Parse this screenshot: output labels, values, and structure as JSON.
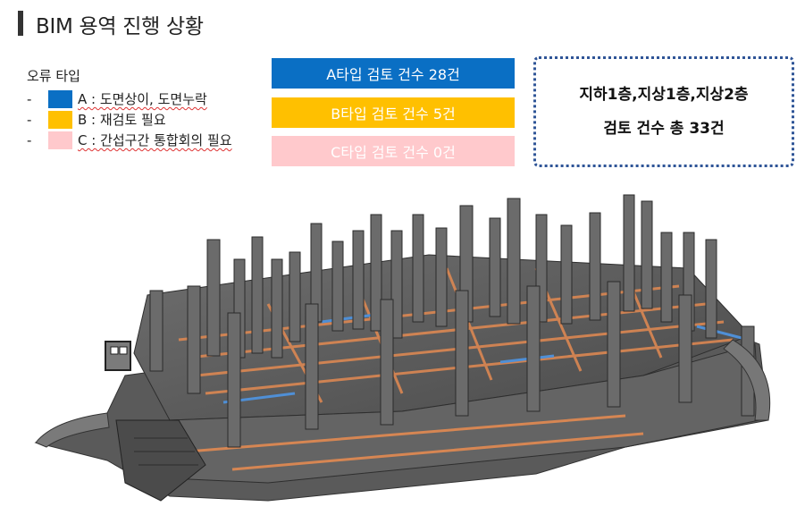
{
  "title": "BIM 용역 진행 상황",
  "legend": {
    "heading": "오류 타입",
    "items": [
      {
        "dash": "-",
        "color": "#0a6fc4",
        "text": "A : 도면상이, 도면누락"
      },
      {
        "dash": "-",
        "color": "#ffc000",
        "text": "B : 재검토 필요"
      },
      {
        "dash": "-",
        "color": "#ffc9cc",
        "text": "C : 간섭구간 통합회의 필요"
      }
    ]
  },
  "bars": {
    "a": "A타입 검토 건수 28건",
    "b": "B타입 검토 건수 5건",
    "c": "C타입 검토 건수 0건"
  },
  "summary": {
    "line1": "지하1층,지상1층,지상2층",
    "line2": "검토 건수 총 33건"
  }
}
